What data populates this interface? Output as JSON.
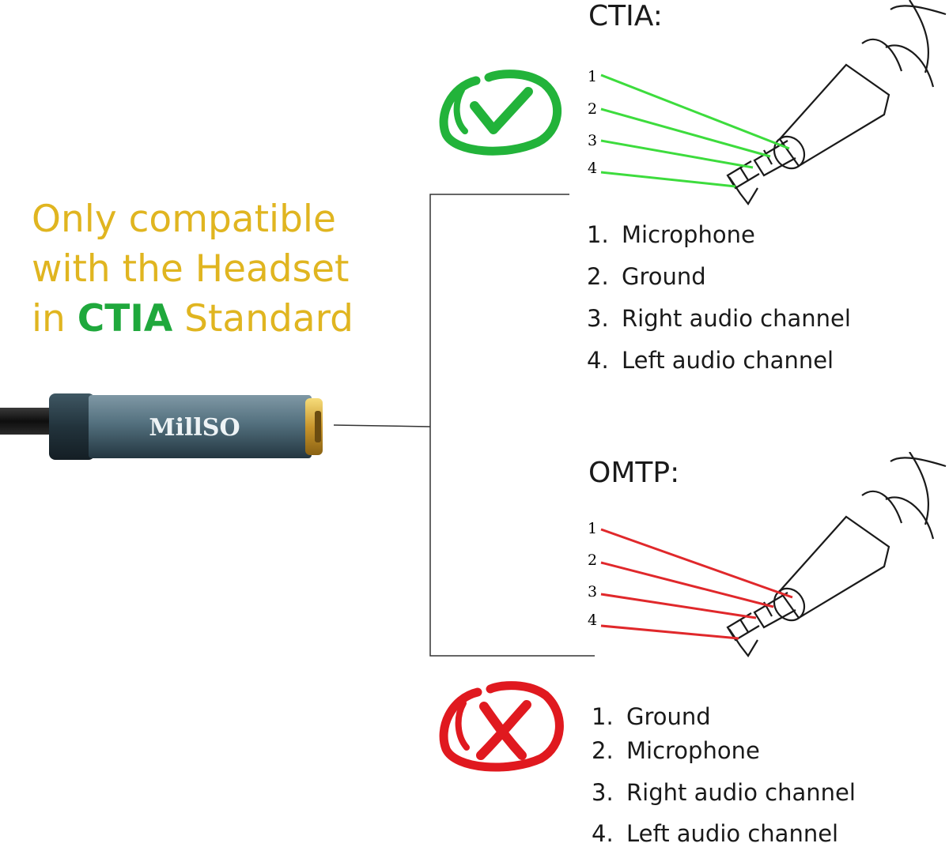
{
  "headline": {
    "line1": "Only compatible",
    "line2": "with the Headset",
    "line3_prefix": "in ",
    "line3_standard": "CTIA",
    "line3_suffix": " Standard"
  },
  "product": {
    "brand": "MillSO"
  },
  "ctia": {
    "title": "CTIA:",
    "status": "compatible",
    "status_icon": "check-icon",
    "pin_numbers": [
      "1",
      "2",
      "3",
      "4"
    ],
    "pins": [
      {
        "num": "1.",
        "label": "Microphone"
      },
      {
        "num": "2.",
        "label": "Ground"
      },
      {
        "num": "3.",
        "label": "Right audio channel"
      },
      {
        "num": "4.",
        "label": "Left audio channel"
      }
    ],
    "line_color": "#3ddc3d"
  },
  "omtp": {
    "title": "OMTP:",
    "status": "incompatible",
    "status_icon": "cross-icon",
    "pin_numbers": [
      "1",
      "2",
      "3",
      "4"
    ],
    "pins": [
      {
        "num": "1.",
        "label": "Ground"
      },
      {
        "num": "2.",
        "label": "Microphone"
      },
      {
        "num": "3.",
        "label": "Right audio channel"
      },
      {
        "num": "4.",
        "label": "Left audio channel"
      }
    ],
    "line_color": "#e0282b"
  },
  "colors": {
    "headline": "#e0b520",
    "standard_highlight": "#1fa83c",
    "check": "#22b33a",
    "cross": "#e0191f"
  }
}
